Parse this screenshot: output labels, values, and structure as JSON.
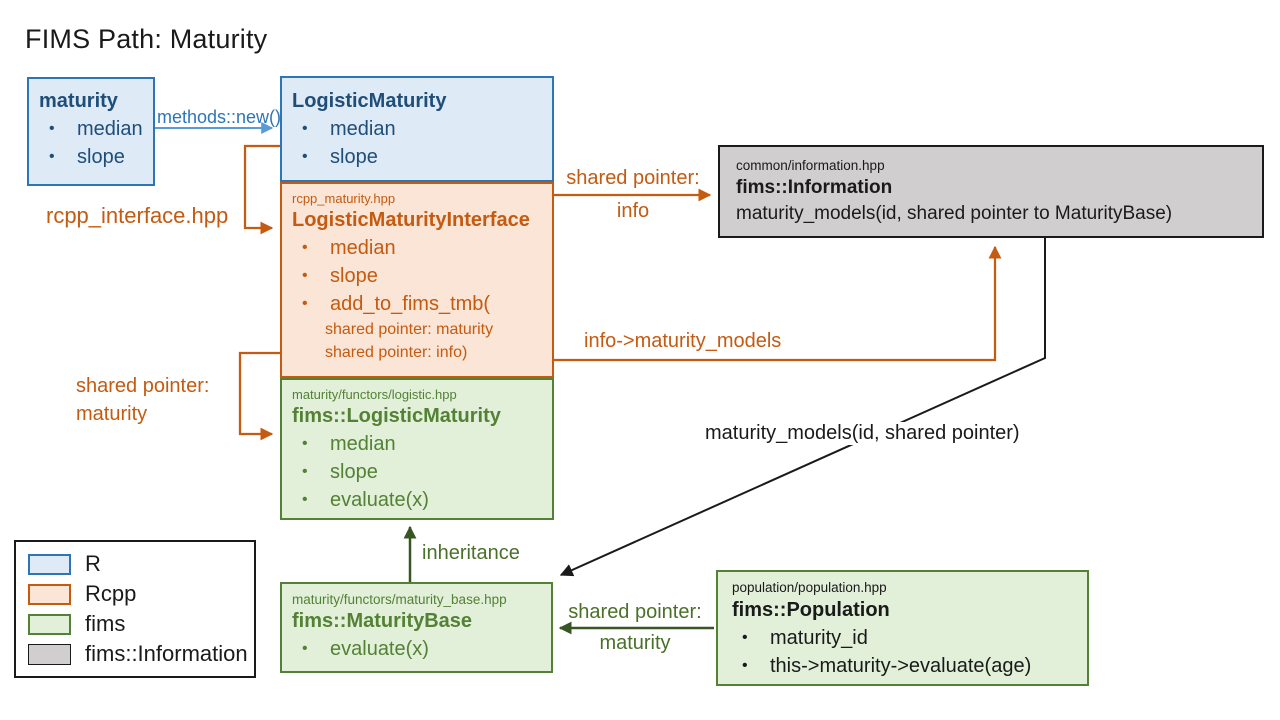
{
  "title": "FIMS Path: Maturity",
  "colors": {
    "r_fill": "#DEEAF6",
    "r_border": "#2E75B6",
    "r_text": "#1F4E79",
    "r_arrow": "#5B9BD5",
    "rcpp_fill": "#FBE5D6",
    "rcpp_accent": "#C55A11",
    "fims_fill": "#E2EFD9",
    "fims_border": "#538135",
    "fims_arrow": "#375623",
    "info_fill": "#D0CECE",
    "black": "#1a1a1a"
  },
  "boxes": {
    "maturity_r": {
      "title": "maturity",
      "items": [
        "median",
        "slope"
      ]
    },
    "logistic_r": {
      "title": "LogisticMaturity",
      "items": [
        "median",
        "slope"
      ]
    },
    "rcpp_interface": {
      "file": "rcpp_maturity.hpp",
      "title": "LogisticMaturityInterface",
      "items": [
        "median",
        "slope",
        "add_to_fims_tmb("
      ],
      "sublines": [
        "shared pointer: maturity",
        "shared pointer: info)"
      ]
    },
    "fims_logistic": {
      "file": "maturity/functors/logistic.hpp",
      "title": "fims::LogisticMaturity",
      "items": [
        "median",
        "slope",
        "evaluate(x)"
      ]
    },
    "information": {
      "file": "common/information.hpp",
      "title": "fims::Information",
      "body": "maturity_models(id, shared pointer to MaturityBase)"
    },
    "maturity_base": {
      "file": "maturity/functors/maturity_base.hpp",
      "title": "fims::MaturityBase",
      "items": [
        "evaluate(x)"
      ]
    },
    "population": {
      "file": "population/population.hpp",
      "title": "fims::Population",
      "items": [
        "maturity_id",
        "this->maturity->evaluate(age)"
      ]
    }
  },
  "labels": {
    "methods_new": "methods::new()",
    "rcpp_interface_file": "rcpp_interface.hpp",
    "shared_ptr_maturity_left_1": "shared pointer:",
    "shared_ptr_maturity_left_2": "maturity",
    "shared_ptr_info_1": "shared pointer:",
    "shared_ptr_info_2": "info",
    "info_maturity_models": "info->maturity_models",
    "maturity_models_call": "maturity_models(id, shared pointer)",
    "inheritance": "inheritance",
    "shared_ptr_maturity_bottom_1": "shared pointer:",
    "shared_ptr_maturity_bottom_2": "maturity"
  },
  "legend": {
    "items": [
      {
        "label": "R",
        "swatch_style": "background:#DEEAF6;border:2px solid #2E75B6"
      },
      {
        "label": "Rcpp",
        "swatch_style": "background:#FBE5D6;border:2px solid #C55A11"
      },
      {
        "label": "fims",
        "swatch_style": "background:#E2EFD9;border:2px solid #538135"
      },
      {
        "label": "fims::Information",
        "swatch_style": "background:#D0CECE;border:1.5px solid #1a1a1a"
      }
    ]
  }
}
